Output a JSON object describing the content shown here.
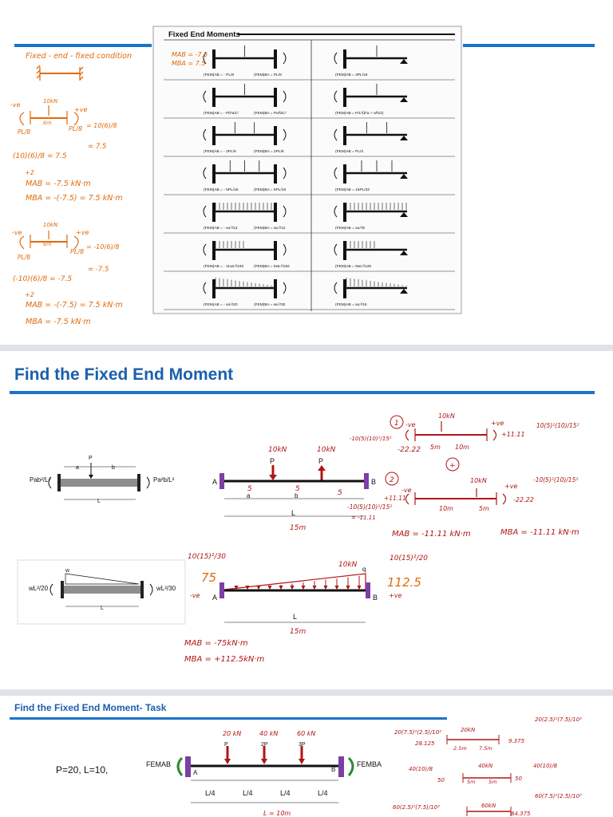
{
  "slide1": {
    "table_title": "Fixed End Moments",
    "fixed_condition": "Fixed - end - fixed condition",
    "mab_top": "MAB = -7.5",
    "mba_top": "MBA = 7.5",
    "rows": [
      {
        "left": "(FEM)AB = - PL/8",
        "right": "(FEM)BA = PL/8",
        "right_case": "(FEM)AB = 3PL/16"
      },
      {
        "left": "(FEM)AB = - Pb²a/L²",
        "right": "(FEM)BA = Pa²b/L²",
        "right_case": "(FEM)AB = P/L²(b²a + a²b/2)"
      },
      {
        "left": "(FEM)AB = - 2PL/9",
        "right": "(FEM)BA = 2PL/9",
        "right_case": "(FEM)AB = PL/3"
      },
      {
        "left": "(FEM)AB = - 5PL/16",
        "right": "(FEM)BA = 5PL/16",
        "right_case": "(FEM)AB = 15PL/32"
      },
      {
        "left": "(FEM)AB = - wL²/12",
        "right": "(FEM)BA = wL²/12",
        "right_case": "(FEM)AB = wL²/8"
      },
      {
        "left": "(FEM)AB = - 11wL²/192",
        "right": "(FEM)BA = 5wL²/192",
        "right_case": "(FEM)AB = 9wL²/128"
      },
      {
        "left": "(FEM)AB = - wL²/20",
        "right": "(FEM)BA = wL²/30",
        "right_case": "(FEM)AB = wL²/15"
      }
    ],
    "ex1": {
      "ve_neg": "-ve",
      "load": "10kN",
      "ve_pos": "+ve",
      "span": "6m",
      "pl8": "PL/8",
      "calc1": "= 10(6)/8",
      "res1": "= 7.5",
      "calc2": "(10)(6)/8 = 7.5",
      "plus2": "+2",
      "mab": "MAB = -7.5 kN·m",
      "mba": "MBA = -(-7.5) = 7.5 kN·m"
    },
    "ex2": {
      "ve_neg": "-ve",
      "load": "10kN",
      "ve_pos": "+ve",
      "span": "6m",
      "pl8": "PL/8",
      "calc1": "= -10(6)/8",
      "res1": "= -7.5",
      "calc2": "(-10)(6)/8 = -7.5",
      "plus2": "+2",
      "mab": "MAB = -(-7.5) = 7.5 kN·m",
      "mba": "MBA = -7.5 kN·m"
    }
  },
  "slide2": {
    "title": "Find the Fixed End Moment",
    "sketch1": {
      "left_moment": "Pab²/L²",
      "right_moment": "Pa²b/L²",
      "p": "P",
      "a": "a",
      "b": "b",
      "L": "L"
    },
    "beam1": {
      "A": "A",
      "B": "B",
      "p1": "P",
      "p2": "P",
      "load1": "10kN",
      "load2": "10kN",
      "d1": "5",
      "d2": "5",
      "d3": "5",
      "a": "a",
      "b": "b",
      "L": "L",
      "total": "15m",
      "mab_calc": "-10(5)(10)²/15²",
      "mab_res": "= -11.11"
    },
    "notes1": {
      "n1": "1",
      "ve": "-ve",
      "load": "10kN",
      "val1": "-22.22",
      "d1": "5m",
      "d2": "10m",
      "ve2": "+ve",
      "res": "+11.11",
      "formula": "10(5)²(10)/15²"
    },
    "notes2": {
      "n2": "2",
      "plus": "+",
      "load": "10kN",
      "ve": "-ve",
      "ve2": "+ve",
      "d1": "10m",
      "d2": "5m",
      "res_left": "+11.11",
      "res_right": "-22.22",
      "formula": "-10(5)²(10)/15²"
    },
    "results1": {
      "mab": "MAB = -11.11 kN·m",
      "mba": "MBA = -11.11 kN·m"
    },
    "sketch2": {
      "left_moment": "wL²/20",
      "right_moment": "wL²/30",
      "w": "w",
      "L": "L"
    },
    "beam2": {
      "frac_left": "10(15)²/30",
      "val_left": "75",
      "ve_neg": "-ve",
      "load": "10kN",
      "frac_right": "10(15)²/20",
      "val_right": "112.5",
      "ve_pos": "+ve",
      "q": "q",
      "A": "A",
      "B": "B",
      "L": "L",
      "total": "15m"
    },
    "results2": {
      "mab": "MAB = -75kN·m",
      "mba": "MBA = +112.5kN·m"
    }
  },
  "slide3": {
    "title": "Find the Fixed End Moment- Task",
    "params": "P=20, L=10,",
    "fem_ab": "FEMAB",
    "fem_ba": "FEMBA",
    "A": "A",
    "B": "B",
    "loads": [
      "20 kN",
      "40 kN",
      "60 kN"
    ],
    "p_labels": [
      "P",
      "2P",
      "3P"
    ],
    "quarters": [
      "L/4",
      "L/4",
      "L/4",
      "L/4"
    ],
    "bottom": "L = 10m",
    "notes": {
      "f1": "20(7.5)²(2.5)/10²",
      "r1": "28.125",
      "load1": "20kN",
      "s1": "2.5m",
      "s2": "7.5m",
      "r1b": "9.375",
      "f1r": "20(2.5)²(7.5)/10²",
      "f2": "40(10)/8",
      "load2": "40kN",
      "s3": "5m",
      "s4": "5m",
      "r2": "50",
      "r2b": "50",
      "f2r": "40(10)/8",
      "f3": "60(2.5)²(7.5)/10²",
      "load3": "60kN",
      "f3r": "60(7.5)²(2.5)/10²",
      "r3b": "84.375"
    }
  }
}
